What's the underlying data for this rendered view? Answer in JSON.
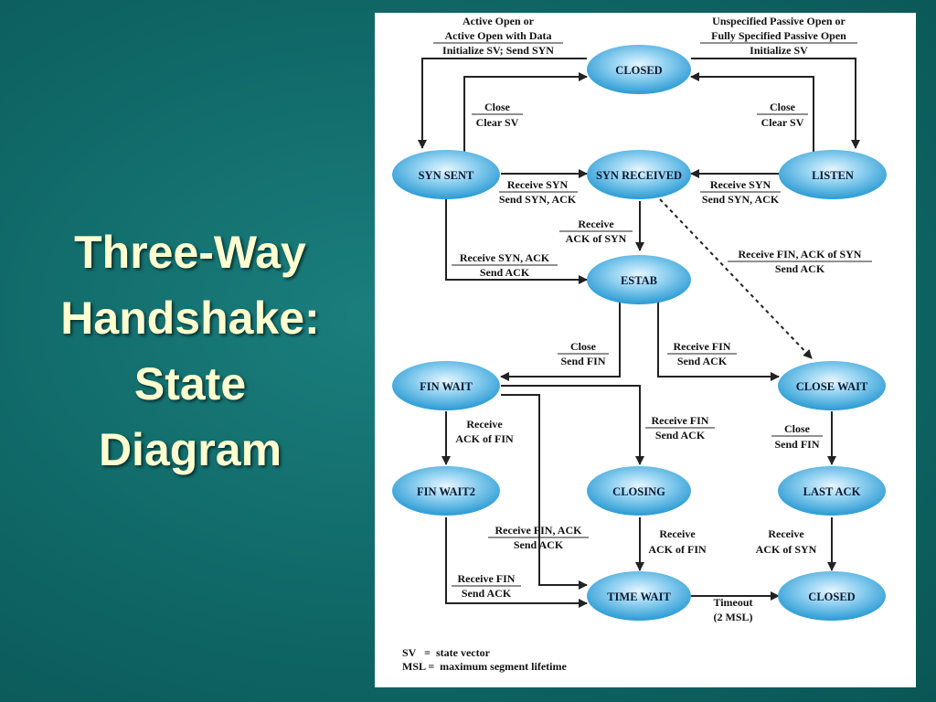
{
  "slide": {
    "title_lines": [
      "Three-Way",
      "Handshake:",
      "State",
      "Diagram"
    ]
  },
  "colors": {
    "background": "#0f6766",
    "title": "#ffffd0",
    "node_fill": "#3fa9d9",
    "node_highlight": "#e6f6ff"
  },
  "diagram": {
    "nodes": {
      "closed_top": "CLOSED",
      "syn_sent": "SYN SENT",
      "syn_received": "SYN RECEIVED",
      "listen": "LISTEN",
      "estab": "ESTAB",
      "fin_wait": "FIN WAIT",
      "close_wait": "CLOSE WAIT",
      "fin_wait2": "FIN WAIT2",
      "closing": "CLOSING",
      "last_ack": "LAST ACK",
      "time_wait": "TIME WAIT",
      "closed_bottom": "CLOSED"
    },
    "edges": {
      "active_open": [
        "Active Open or",
        "Active Open with Data",
        "Initialize SV; Send SYN"
      ],
      "passive_open": [
        "Unspecified Passive Open or",
        "Fully Specified Passive Open",
        "Initialize SV"
      ],
      "close_left": [
        "Close",
        "Clear SV"
      ],
      "close_right": [
        "Close",
        "Clear SV"
      ],
      "syn_sent_to_recv": [
        "Receive SYN",
        "Send SYN, ACK"
      ],
      "listen_to_recv": [
        "Receive SYN",
        "Send SYN, ACK"
      ],
      "recv_ack_of_syn": [
        "Receive",
        "ACK of SYN"
      ],
      "syn_ack_send_ack": [
        "Receive SYN, ACK",
        "Send ACK"
      ],
      "recv_fin_ack_of_syn": [
        "Receive FIN, ACK of SYN",
        "Send ACK"
      ],
      "close_send_fin": [
        "Close",
        "Send FIN"
      ],
      "estab_recv_fin": [
        "Receive FIN",
        "Send ACK"
      ],
      "finwait_recv_ack": [
        "Receive",
        "ACK of FIN"
      ],
      "finwait_recv_fin": [
        "Receive FIN",
        "Send ACK"
      ],
      "closewait_close": [
        "Close",
        "Send FIN"
      ],
      "finwait_recv_fin_ack": [
        "Receive FIN, ACK",
        "Send ACK"
      ],
      "closing_recv_ack": [
        "Receive",
        "ACK of FIN"
      ],
      "lastack_recv_ack": [
        "Receive",
        "ACK of SYN"
      ],
      "finwait2_recv_fin": [
        "Receive FIN",
        "Send ACK"
      ],
      "timeout": [
        "Timeout",
        "(2 MSL)"
      ]
    },
    "legend": [
      "SV   =  state vector",
      "MSL =  maximum segment lifetime"
    ]
  }
}
